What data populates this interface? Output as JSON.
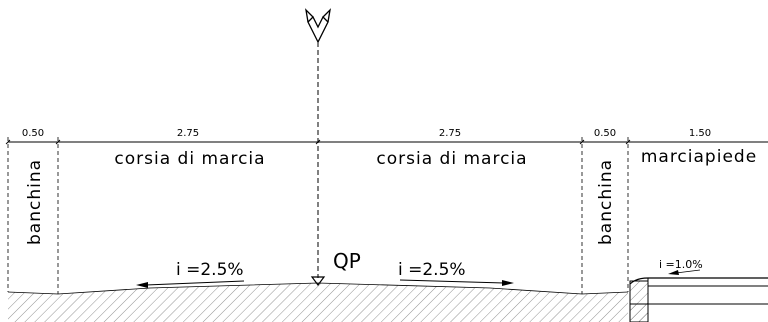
{
  "dimensions": {
    "left_shoulder": "0.50",
    "left_lane": "2.75",
    "right_lane": "2.75",
    "right_shoulder": "0.50",
    "sidewalk": "1.50"
  },
  "labels": {
    "left_shoulder": "banchina",
    "left_lane": "corsia di marcia",
    "right_lane": "corsia di marcia",
    "right_shoulder": "banchina",
    "sidewalk": "marciapiede"
  },
  "slopes": {
    "left_lane": "i =2.5%",
    "right_lane": "i =2.5%",
    "sidewalk": "i =1.0%"
  },
  "reference": {
    "label": "QP"
  },
  "icons": {
    "axis_top": "north-arrow-icon",
    "left_slope_arrow": "arrow-left-icon",
    "right_slope_arrow": "arrow-right-icon",
    "sidewalk_slope_arrow": "arrow-left-icon",
    "reference_marker": "triangle-down-icon"
  },
  "colors": {
    "line": "#000000",
    "background": "#ffffff",
    "hatch": "#666666"
  }
}
